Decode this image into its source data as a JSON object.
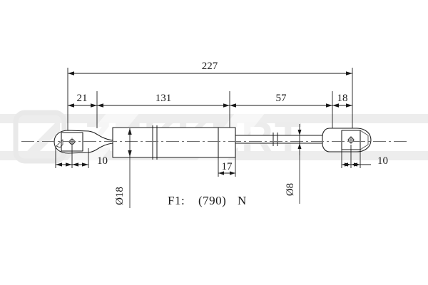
{
  "document": {
    "type": "technical-drawing",
    "subject": "gas-spring-strut",
    "background_color": "#ffffff",
    "line_color": "#1a1a1a"
  },
  "watermark": {
    "brand": "ZEKKERT",
    "text_color": "#e8e8e8",
    "accent_color": "#f0f0f0",
    "bar_color": "#ededed"
  },
  "dimensions": {
    "overall": {
      "label": "227",
      "name": "overall-length"
    },
    "segments": [
      {
        "label": "21",
        "name": "left-eyelet-length"
      },
      {
        "label": "131",
        "name": "cylinder-length"
      },
      {
        "label": "57",
        "name": "rod-extension-length"
      },
      {
        "label": "18",
        "name": "right-eyelet-length"
      }
    ],
    "lower": [
      {
        "label": "10",
        "name": "left-eyelet-bore"
      },
      {
        "label": "17",
        "name": "cylinder-end-length"
      },
      {
        "label": "10",
        "name": "right-eyelet-bore"
      }
    ],
    "diameters": [
      {
        "label": "Ø18",
        "name": "cylinder-diameter"
      },
      {
        "label": "Ø8",
        "name": "piston-rod-diameter"
      }
    ]
  },
  "specification": {
    "force_label": "F1:",
    "force_value": "(790)",
    "force_unit": "N",
    "full_text": "F1:  (790) N"
  }
}
